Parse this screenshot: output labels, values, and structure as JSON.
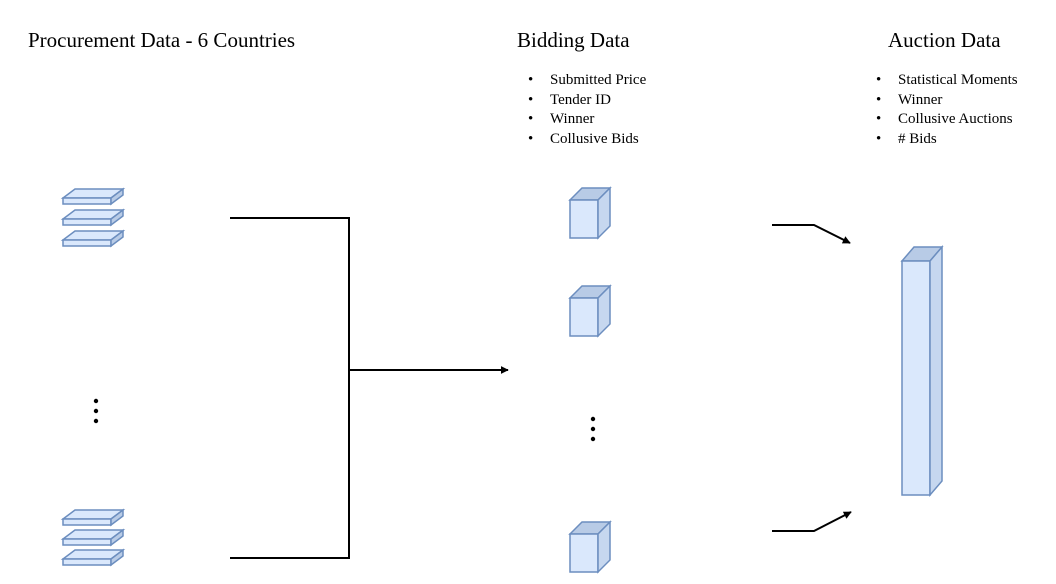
{
  "procurement": {
    "title": "Procurement Data - 6 Countries"
  },
  "bidding": {
    "title": "Bidding Data",
    "fields": [
      "Submitted Price",
      "Tender ID",
      "Winner",
      "Collusive Bids"
    ]
  },
  "auction": {
    "title": "Auction Data",
    "fields": [
      "Statistical Moments",
      "Winner",
      "Collusive Auctions",
      "# Bids"
    ]
  },
  "colors": {
    "shape_fill": "#dae8fc",
    "shape_shade": "#b8cbe6",
    "shape_stroke": "#6c8ebf",
    "line": "#000000"
  }
}
